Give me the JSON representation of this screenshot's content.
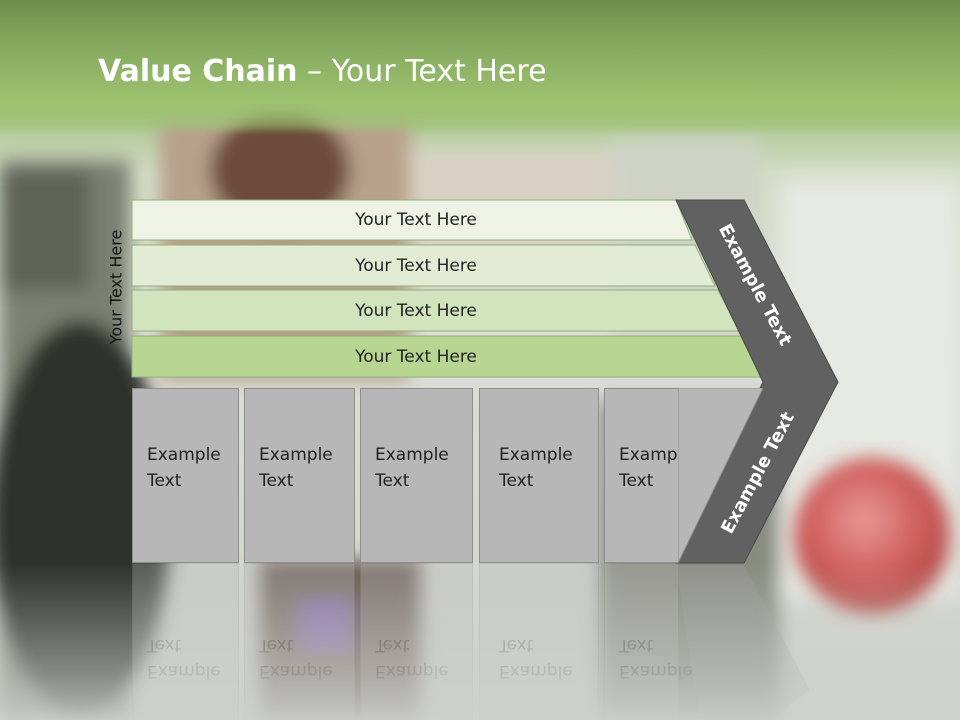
{
  "title": {
    "bold": "Value Chain",
    "rest": " – Your Text Here"
  },
  "side_label": "Your Text Here",
  "bars": [
    {
      "label": "Your Text Here",
      "color": "#eef3e6"
    },
    {
      "label": "Your Text Here",
      "color": "#e2ecd4"
    },
    {
      "label": "Your Text Here",
      "color": "#d2e4bd"
    },
    {
      "label": "Your Text Here",
      "color": "#b6d691"
    }
  ],
  "boxes": [
    {
      "line1": "Example",
      "line2": "Text"
    },
    {
      "line1": "Example",
      "line2": "Text"
    },
    {
      "line1": "Example",
      "line2": "Text"
    },
    {
      "line1": "Example",
      "line2": "Text"
    },
    {
      "line1": "Example",
      "line2": "Text"
    }
  ],
  "chevron_upper": "Example Text",
  "chevron_lower": "Example Text",
  "colors": {
    "header": "#8ab565",
    "chevron": "#616161",
    "box": "#b7b7b7",
    "box_border": "#8e8e8e"
  }
}
